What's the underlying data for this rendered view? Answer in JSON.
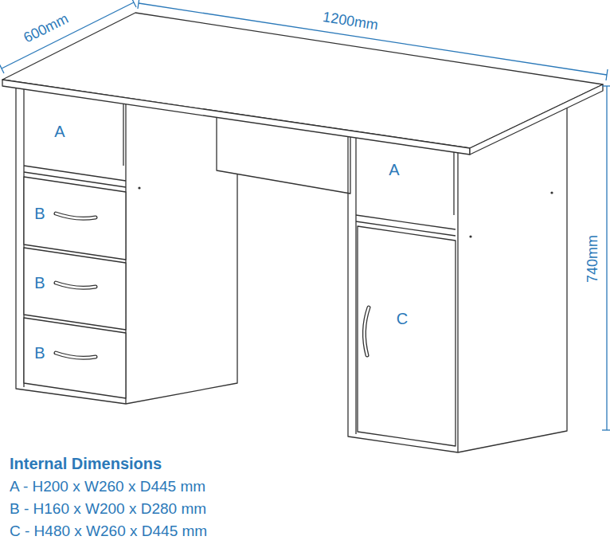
{
  "diagram": {
    "labels": [
      "600mm",
      "1200mm",
      "740mm",
      "A",
      "B",
      "B",
      "B",
      "A",
      "C",
      "Internal Dimensions",
      "A - H200 x W260 x D445 mm",
      "B - H160 x W200 x D280 mm",
      "C - H480 x W260 x D445 mm"
    ]
  }
}
